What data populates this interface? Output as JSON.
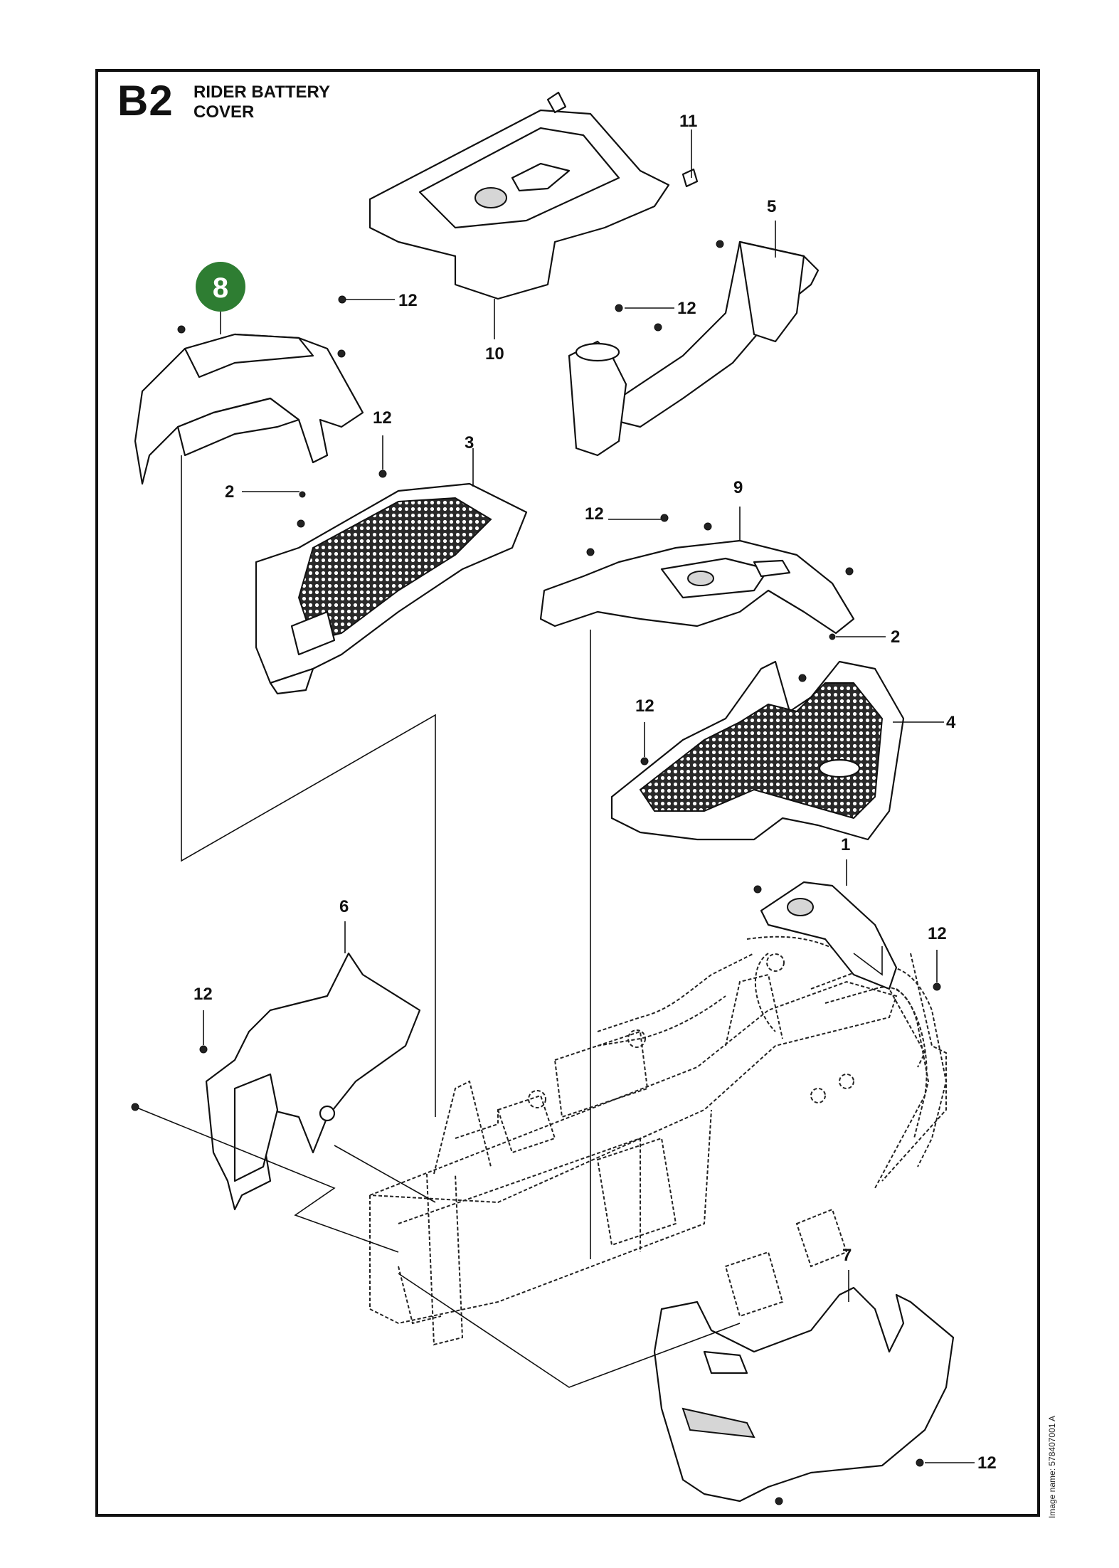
{
  "header": {
    "section_code": "B2",
    "title_line1": "RIDER BATTERY",
    "title_line2": "COVER"
  },
  "highlight": {
    "label": "8",
    "color": "#2e7d32"
  },
  "callouts": {
    "c1": "1",
    "c2a": "2",
    "c2b": "2",
    "c3": "3",
    "c4": "4",
    "c5": "5",
    "c6": "6",
    "c7": "7",
    "c9": "9",
    "c10": "10",
    "c11": "11",
    "c12a": "12",
    "c12b": "12",
    "c12c": "12",
    "c12d": "12",
    "c12e": "12",
    "c12f": "12",
    "c12g": "12",
    "c12h": "12"
  },
  "footer": {
    "image_name": "Image name: 578407001 A"
  }
}
